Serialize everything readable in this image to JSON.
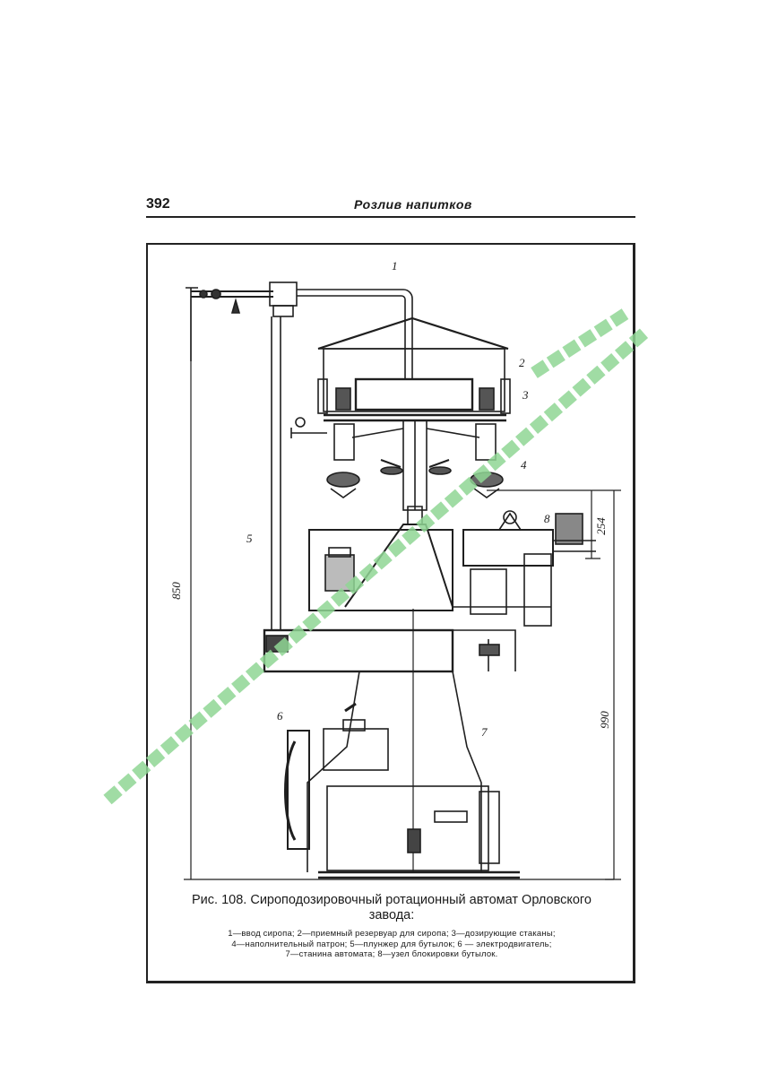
{
  "page": {
    "number": "392",
    "running_title": "Розлив напитков"
  },
  "figure": {
    "title_line1": "Рис. 108. Сироподозировочный ротационный автомат Орловского",
    "title_line2": "завода:",
    "legend_line1": "1—ввод сиропа; 2—приемный резервуар для сиропа; 3—дозирующие стаканы;",
    "legend_line2": "4—наполнительный патрон; 5—плунжер для бутылок; 6 — электродвигатель;",
    "legend_line3": "7—станина автомата; 8—узел блокировки бутылок.",
    "callouts": [
      "1",
      "2",
      "3",
      "4",
      "5",
      "6",
      "7",
      "8"
    ],
    "dimensions": {
      "total_height": "850",
      "upper": "254",
      "lower": "990"
    }
  },
  "watermark": {
    "color": "#8fd694"
  }
}
